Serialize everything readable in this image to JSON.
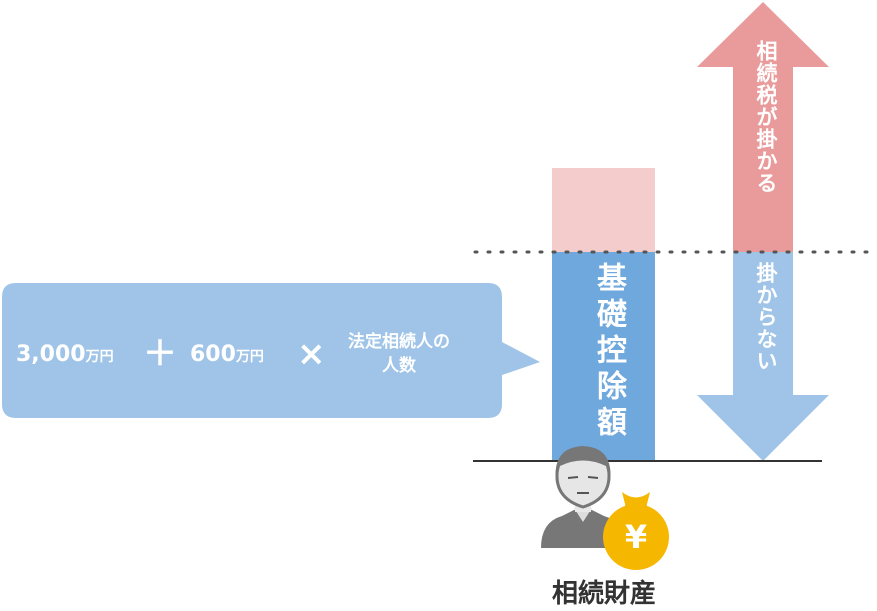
{
  "formula": {
    "base_amount": "3,000",
    "base_unit": "万円",
    "plus": "＋",
    "per_heir_amount": "600",
    "per_heir_unit": "万円",
    "times": "×",
    "heirs_line1": "法定相続人の",
    "heirs_line2": "人数"
  },
  "bar": {
    "label": "基礎控除額"
  },
  "arrow_up": {
    "label": "相続税が掛かる",
    "color": "#e99b9b"
  },
  "arrow_down": {
    "label": "掛からない",
    "color": "#9fc4e8"
  },
  "caption": {
    "label": "相続財産"
  },
  "icons": {
    "person": "elderly-man-icon",
    "money": "yen-money-bag-icon",
    "yen_symbol": "¥"
  },
  "colors": {
    "bubble": "#9fc4e8",
    "deduction_bar": "#6fa8dc",
    "excess_bar": "#f5cccc",
    "money_bag": "#f5b700",
    "person": "#777777"
  }
}
